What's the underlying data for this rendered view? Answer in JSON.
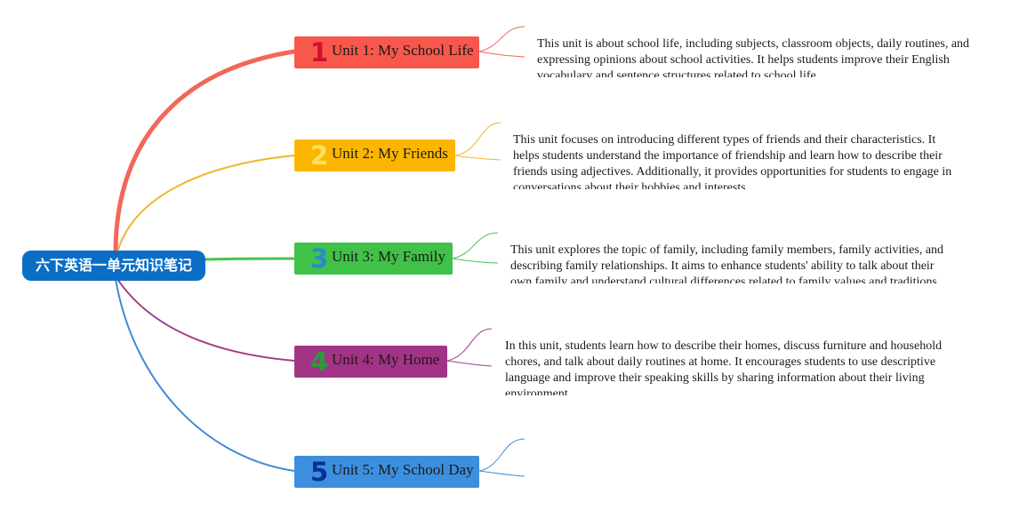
{
  "root": {
    "title": "六下英语一单元知识笔记",
    "color": "#0a6ec6"
  },
  "units": [
    {
      "number": "1",
      "label": "Unit 1: My School Life",
      "box_color": "#f8574b",
      "line_color": "#f2675a",
      "number_color": "#d0102a",
      "description": "This unit is about school life, including subjects, classroom objects, daily routines, and expressing opinions about school activities. It helps students improve their English vocabulary and sentence structures related to school life."
    },
    {
      "number": "2",
      "label": "Unit 2: My Friends",
      "box_color": "#fdb600",
      "line_color": "#edb82c",
      "number_color": "#fde066",
      "description": "This unit focuses on introducing different types of friends and their characteristics. It helps students understand the importance of friendship and learn how to describe their friends using adjectives. Additionally, it provides opportunities for students to engage in conversations about their hobbies and interests."
    },
    {
      "number": "3",
      "label": "Unit 3: My Family",
      "box_color": "#3fc247",
      "line_color": "#4cc04f",
      "number_color": "#2a8ad0",
      "description": "This unit explores the topic of family, including family members, family activities, and describing family relationships. It aims to enhance students' ability to talk about their own family and understand cultural differences related to family values and traditions."
    },
    {
      "number": "4",
      "label": "Unit 4: My Home",
      "box_color": "#a23485",
      "line_color": "#a53a85",
      "number_color": "#2a9a3a",
      "description": "In this unit, students learn how to describe their homes, discuss furniture and household chores, and talk about daily routines at home. It encourages students to use descriptive language and improve their speaking skills by sharing information about their living environment."
    },
    {
      "number": "5",
      "label": "Unit 5: My School Day",
      "box_color": "#3c8fde",
      "line_color": "#3f8ad4",
      "number_color": "#0b2f8f",
      "description": ""
    }
  ]
}
